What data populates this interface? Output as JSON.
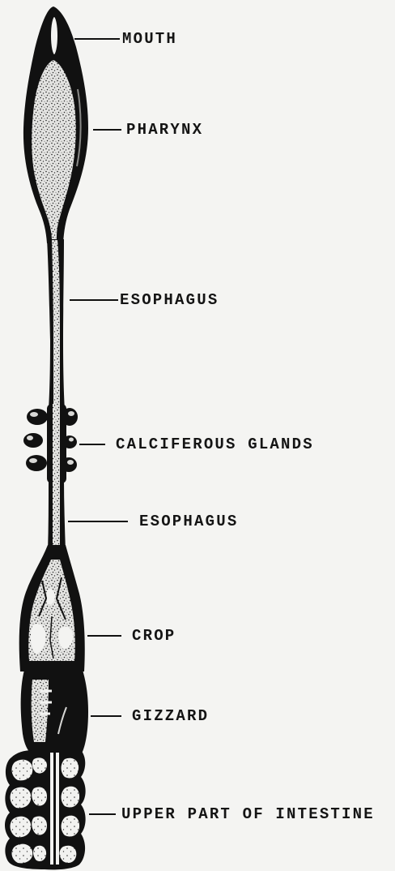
{
  "diagram": {
    "labels": {
      "mouth": "MOUTH",
      "pharynx": "PHARYNX",
      "esophagus_upper": "ESOPHAGUS",
      "calciferous_glands": "CALCIFEROUS GLANDS",
      "esophagus_lower": "ESOPHAGUS",
      "crop": "CROP",
      "gizzard": "GIZZARD",
      "intestine": "UPPER PART OF INTESTINE"
    }
  }
}
